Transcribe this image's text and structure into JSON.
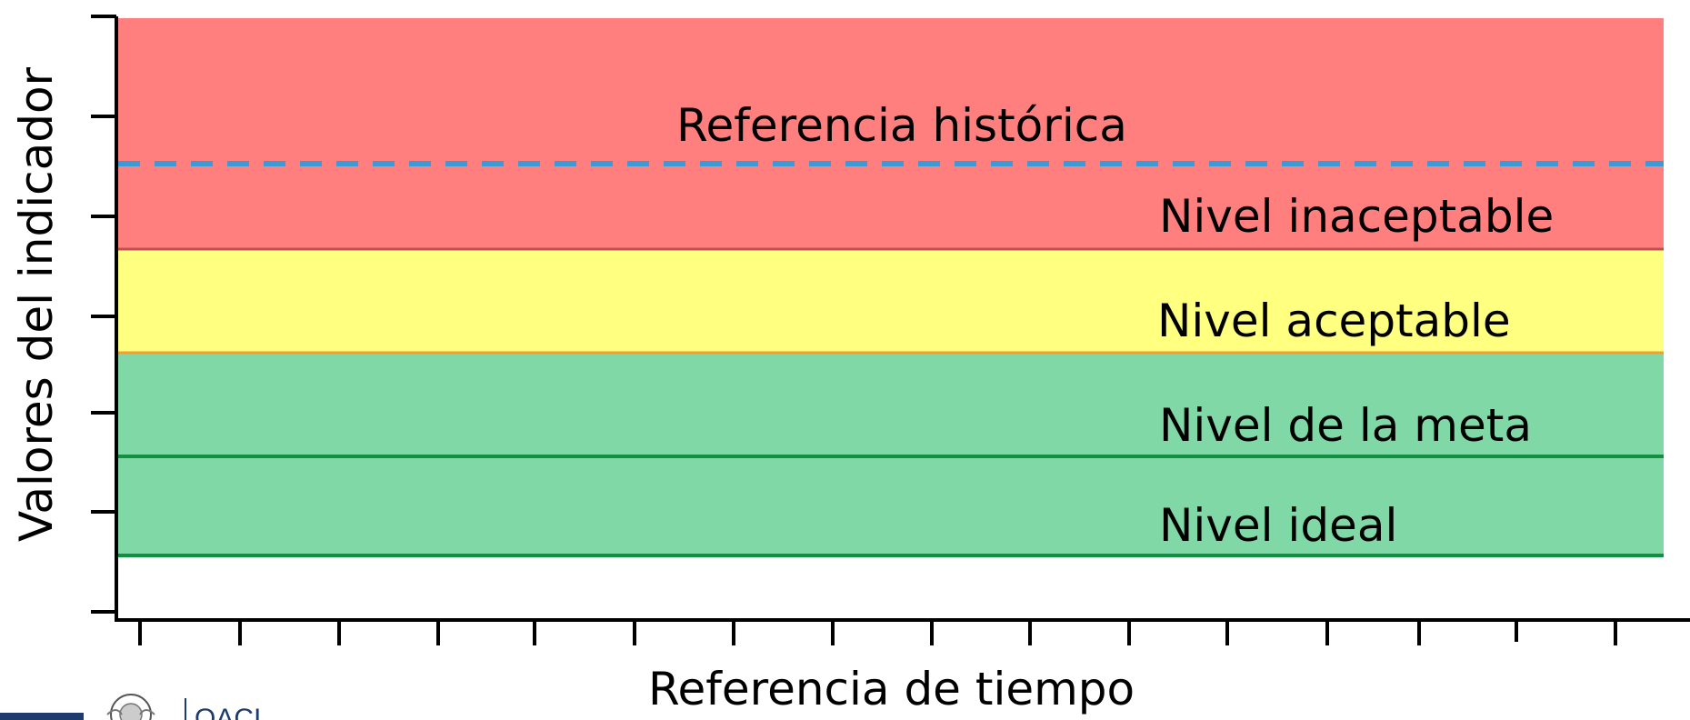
{
  "diagram": {
    "ylabel": "Valores del indicador",
    "xlabel": "Referencia de tiempo",
    "bands": [
      {
        "id": "inaceptable",
        "label": "Nivel inaceptable",
        "color": "#ff7f7f",
        "line_color": "#c0504d"
      },
      {
        "id": "aceptable",
        "label": "Nivel aceptable",
        "color": "#ffff80",
        "line_color": "#f0a030"
      },
      {
        "id": "meta",
        "label": "Nivel de la meta",
        "color": "#80d8a6",
        "line_color": "#109040"
      },
      {
        "id": "ideal",
        "label": "Nivel ideal",
        "color": "#80d8a6",
        "line_color": "#109040"
      }
    ],
    "reference_line": {
      "label": "Referencia histórica",
      "color": "#3a9bd9",
      "style": "dashed"
    }
  },
  "logo": {
    "text": "OACI",
    "icon": "icao-emblem-icon",
    "bar_color": "#1f3b6e"
  }
}
